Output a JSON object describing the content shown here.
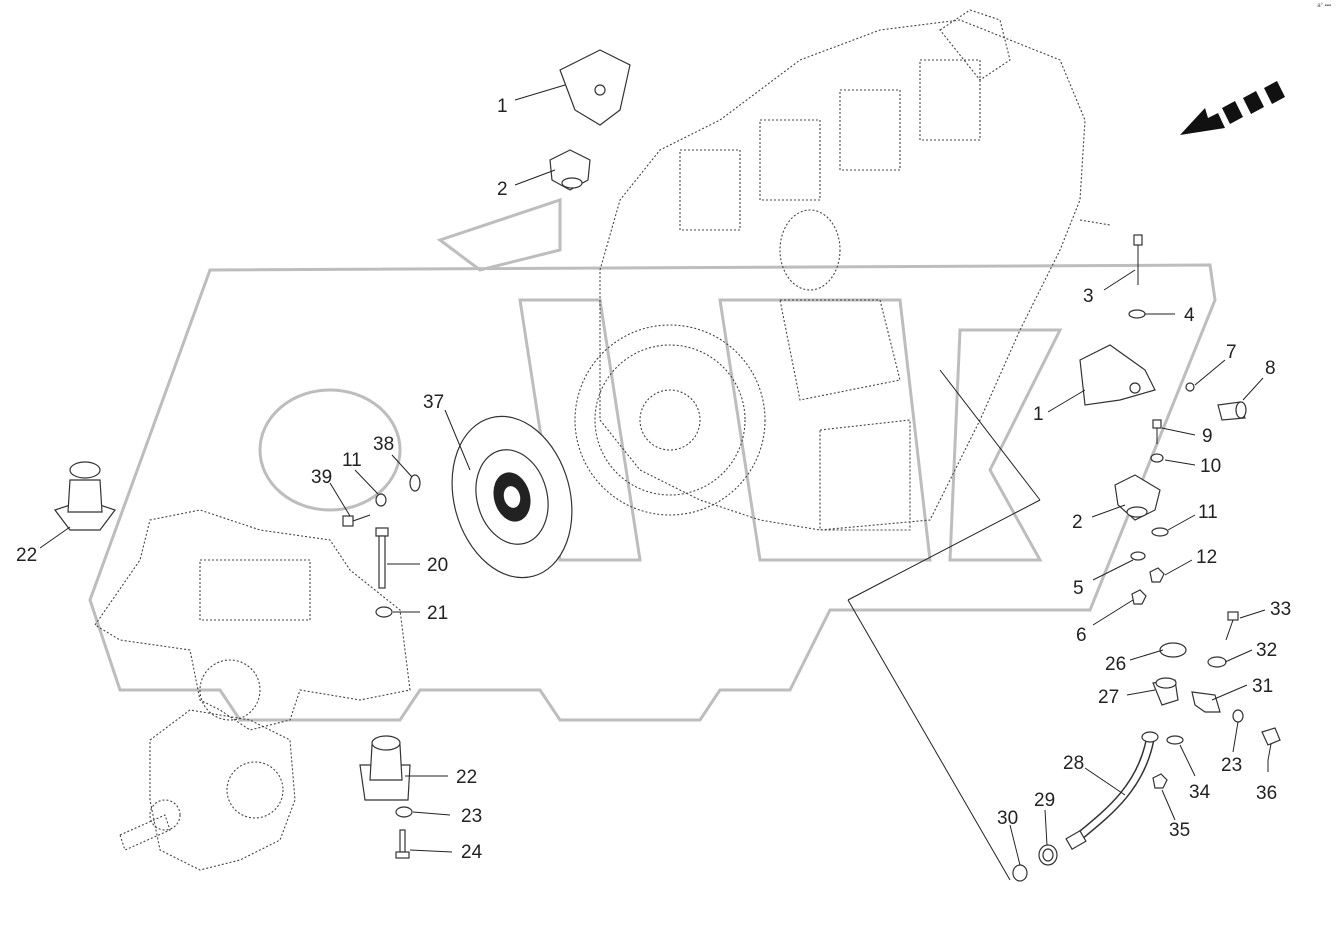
{
  "corner_code": "a° ▪▪▪",
  "callouts": [
    {
      "id": "c1a",
      "label": "1"
    },
    {
      "id": "c2a",
      "label": "2"
    },
    {
      "id": "c3",
      "label": "3"
    },
    {
      "id": "c4",
      "label": "4"
    },
    {
      "id": "c7",
      "label": "7"
    },
    {
      "id": "c8",
      "label": "8"
    },
    {
      "id": "c1b",
      "label": "1"
    },
    {
      "id": "c9",
      "label": "9"
    },
    {
      "id": "c10",
      "label": "10"
    },
    {
      "id": "c2b",
      "label": "2"
    },
    {
      "id": "c11b",
      "label": "11"
    },
    {
      "id": "c12",
      "label": "12"
    },
    {
      "id": "c5",
      "label": "5"
    },
    {
      "id": "c6",
      "label": "6"
    },
    {
      "id": "c33",
      "label": "33"
    },
    {
      "id": "c26",
      "label": "26"
    },
    {
      "id": "c32",
      "label": "32"
    },
    {
      "id": "c27",
      "label": "27"
    },
    {
      "id": "c31",
      "label": "31"
    },
    {
      "id": "c28",
      "label": "28"
    },
    {
      "id": "c23b",
      "label": "23"
    },
    {
      "id": "c34",
      "label": "34"
    },
    {
      "id": "c36",
      "label": "36"
    },
    {
      "id": "c35",
      "label": "35"
    },
    {
      "id": "c29",
      "label": "29"
    },
    {
      "id": "c30",
      "label": "30"
    },
    {
      "id": "c37",
      "label": "37"
    },
    {
      "id": "c38",
      "label": "38"
    },
    {
      "id": "c11a",
      "label": "11"
    },
    {
      "id": "c39",
      "label": "39"
    },
    {
      "id": "c20",
      "label": "20"
    },
    {
      "id": "c21",
      "label": "21"
    },
    {
      "id": "c22a",
      "label": "22"
    },
    {
      "id": "c22b",
      "label": "22"
    },
    {
      "id": "c23a",
      "label": "23"
    },
    {
      "id": "c24",
      "label": "24"
    }
  ]
}
